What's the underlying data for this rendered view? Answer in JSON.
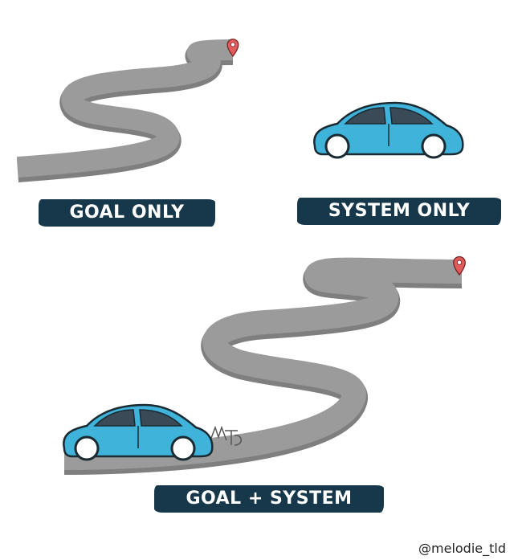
{
  "labels": {
    "goal_only": "GOAL ONLY",
    "system_only": "SYSTEM ONLY",
    "goal_system": "GOAL + SYSTEM"
  },
  "credit": "@melodie_tld",
  "colors": {
    "road": "#9b9b9b",
    "road_shadow": "#7f7f7f",
    "car_body": "#3fb3d9",
    "label_bg": "#17384a",
    "pin": "#e25b5b"
  },
  "icons": [
    "map-pin-icon",
    "car-icon",
    "road-icon",
    "signature-icon"
  ]
}
